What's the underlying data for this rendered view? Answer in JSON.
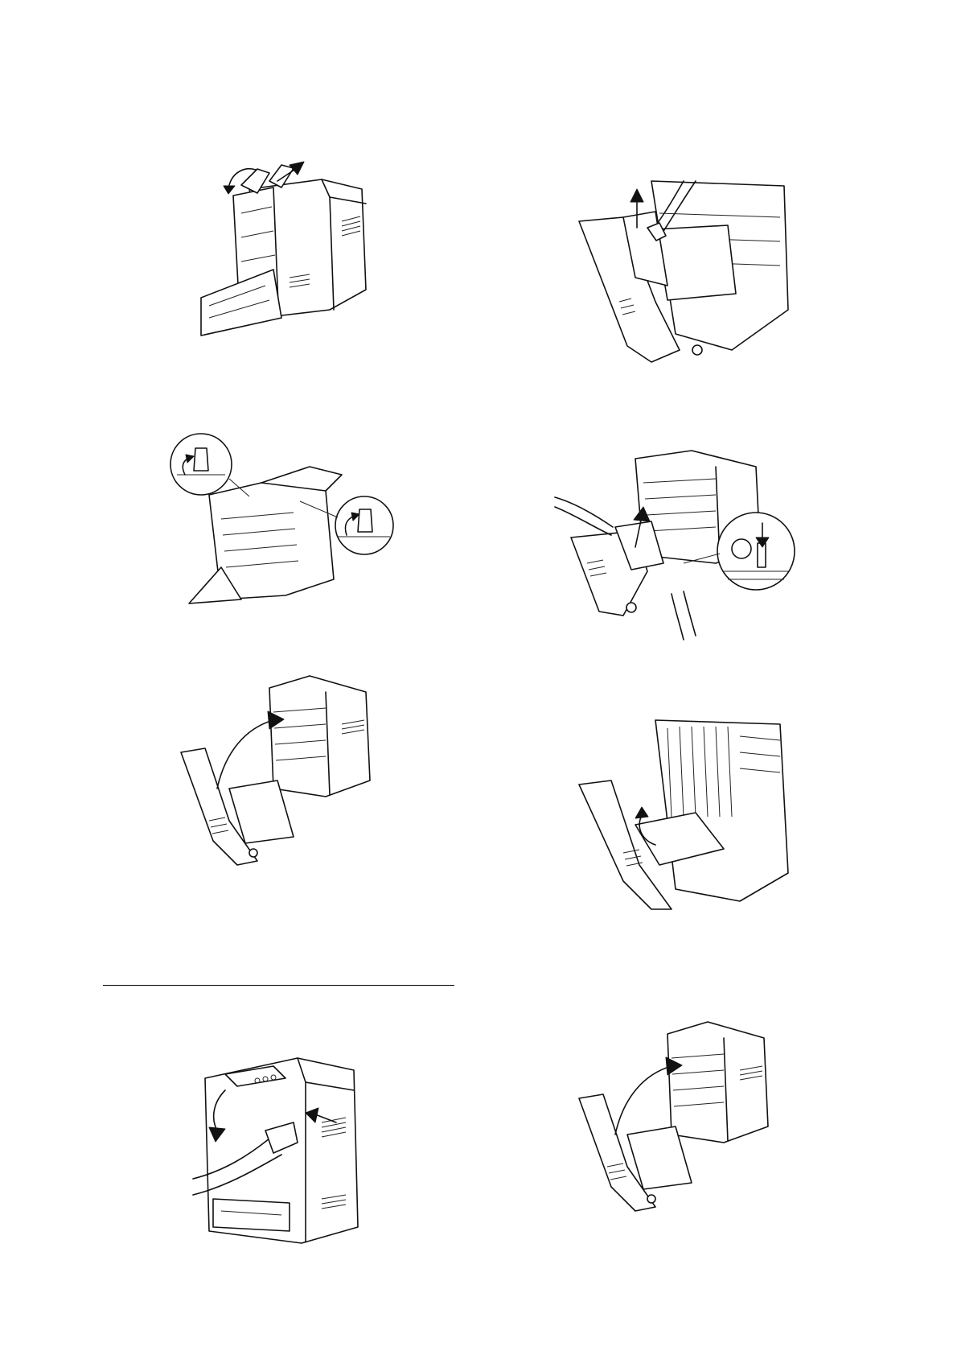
{
  "page": {
    "figures": [
      {
        "id": "fig-open-fuser-levers"
      },
      {
        "id": "fig-pull-paper-from-belt"
      },
      {
        "id": "fig-raise-levers-inset"
      },
      {
        "id": "fig-remove-paper-press-lever"
      },
      {
        "id": "fig-close-front-cover-left"
      },
      {
        "id": "fig-remove-paper-duplex"
      },
      {
        "id": "fig-press-button-open-cover"
      },
      {
        "id": "fig-close-front-cover-right"
      }
    ]
  }
}
